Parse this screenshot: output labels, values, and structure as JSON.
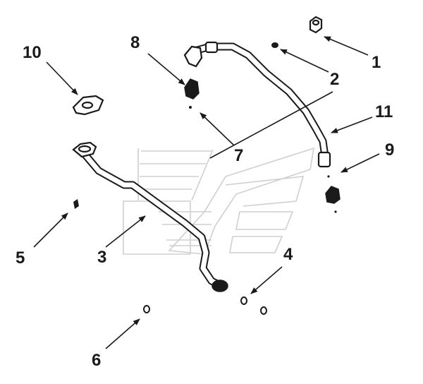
{
  "diagram": {
    "callouts": [
      {
        "id": "c1",
        "label": "1"
      },
      {
        "id": "c2",
        "label": "2"
      },
      {
        "id": "c3",
        "label": "3"
      },
      {
        "id": "c4",
        "label": "4"
      },
      {
        "id": "c5",
        "label": "5"
      },
      {
        "id": "c6",
        "label": "6"
      },
      {
        "id": "c7",
        "label": "7"
      },
      {
        "id": "c8",
        "label": "8"
      },
      {
        "id": "c9",
        "label": "9"
      },
      {
        "id": "c10",
        "label": "10"
      },
      {
        "id": "c11",
        "label": "11"
      }
    ],
    "colors": {
      "ink": "#1a1a1a",
      "watermark": "#cfcfcf",
      "background": "#ffffff"
    }
  }
}
